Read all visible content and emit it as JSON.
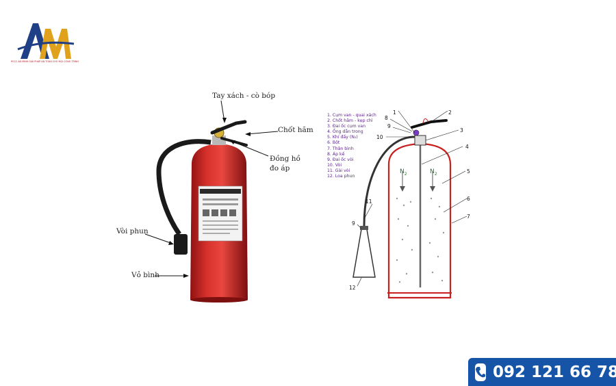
{
  "logo": {
    "text": "AM",
    "tagline": "PCCC AN MINH GIẢI PHÁP AN TOÀN CHO MỌI CÔNG TRÌNH"
  },
  "left_labels": {
    "handle": "Tay xách - cò bóp",
    "pin": "Chốt hãm",
    "gauge_line1": "Đồng hồ",
    "gauge_line2": "đo áp",
    "hose": "Vòi phun",
    "body": "Vỏ bình"
  },
  "legend": [
    "1. Cụm van - quai xách",
    "2. Chốt hãm - kẹp chì",
    "3. Đai ốc cụm van",
    "4. Ống dẫn trong",
    "5. Khí đẩy (N₂)",
    "6. Bột",
    "7. Thân bình",
    "8. Áp kế",
    "9. Đai ốc vòi",
    "10. Vòi",
    "11. Gài vòi",
    "12. Loa phun"
  ],
  "callouts": [
    "1",
    "2",
    "3",
    "4",
    "5",
    "6",
    "7",
    "8",
    "9",
    "10",
    "11",
    "9",
    "12"
  ],
  "gas_label": "N",
  "gas_sub": "2",
  "phone": "092 121 66 78",
  "colors": {
    "extinguisher_red": "#c8201f",
    "brand_blue": "#1554a7",
    "legend_purple": "#5a1e8c"
  }
}
